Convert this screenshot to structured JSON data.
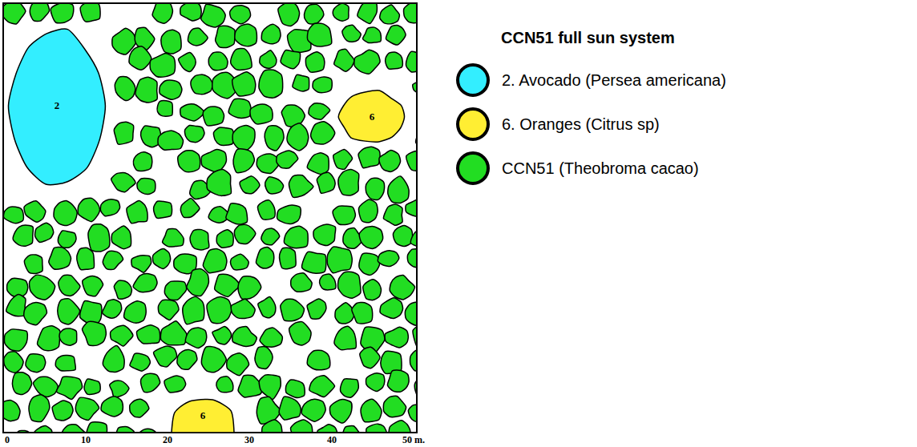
{
  "diagram": {
    "title": "CCN51 full sun system",
    "nodes": [
      {
        "text": [
          "2"
        ]
      },
      {
        "text": [
          "6"
        ]
      },
      {
        "text": [
          "6"
        ]
      }
    ],
    "labels": [
      "0",
      "10",
      "20",
      "30",
      "40",
      "50 m."
    ],
    "legend": [
      {
        "text": "2. Avocado (Persea americana)",
        "color": "#33eeff"
      },
      {
        "text": "6. Oranges (Citrus sp)",
        "color": "#ffee33"
      },
      {
        "text": "CCN51 (Theobroma cacao)",
        "color": "#22dd22"
      }
    ]
  }
}
